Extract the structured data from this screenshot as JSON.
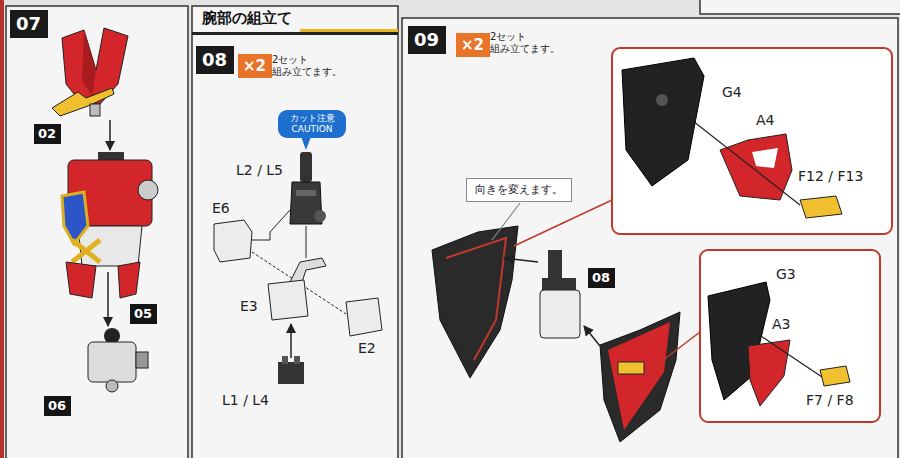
{
  "diagram": {
    "title": "腕部の組立て",
    "nodes": [
      {
        "text": [
          "07"
        ]
      },
      {
        "text": [
          "02"
        ]
      },
      {
        "text": [
          "05"
        ]
      },
      {
        "text": [
          "06"
        ]
      },
      {
        "text": [
          "08"
        ]
      },
      {
        "text": [
          "×2"
        ]
      },
      {
        "text": [
          "カット注意 CAUTION"
        ]
      },
      {
        "text": [
          "09"
        ]
      },
      {
        "text": [
          "×2"
        ]
      },
      {
        "text": [
          "向きを変えます。"
        ]
      },
      {
        "text": [
          "08"
        ]
      }
    ],
    "labels": [
      "2セット 組み立てます。",
      "L2 / L5",
      "E6",
      "E3",
      "E2",
      "L1 / L4",
      "2セット 組み立てます。",
      "G4",
      "A4",
      "F12 / F13",
      "G3",
      "A3",
      "F7 / F8"
    ]
  }
}
